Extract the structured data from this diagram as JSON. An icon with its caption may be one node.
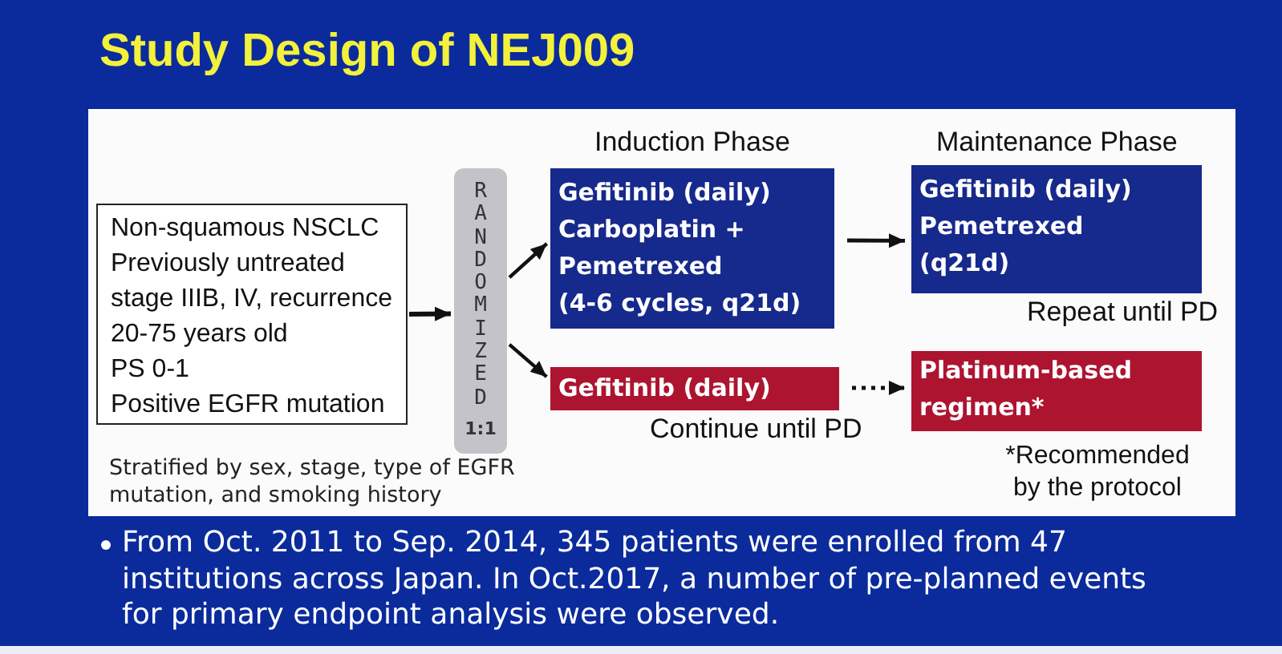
{
  "diagram": {
    "title": "Study Design of NEJ009",
    "nodes": [
      {
        "text": [
          "Non-squamous NSCLC",
          "Previously untreated",
          "stage IIIB, IV, recurrence",
          "20-75 years old",
          "PS 0-1",
          "Positive EGFR mutation"
        ]
      },
      {
        "text": [
          "RANDOMIZED",
          "1:1"
        ]
      },
      {
        "text": [
          "Gefitinib (daily)",
          "Carboplatin + Pemetrexed",
          "(4-6 cycles, q21d)"
        ]
      },
      {
        "text": [
          "Gefitinib (daily)",
          "Pemetrexed",
          "(q21d)"
        ],
        "beside": [
          "Repeat until PD"
        ]
      },
      {
        "text": [
          "Gefitinib (daily)"
        ],
        "beside": [
          "Continue until PD"
        ]
      },
      {
        "text": [
          "Platinum-based regimen*"
        ],
        "beside": [
          "*Recommended by the protocol"
        ]
      }
    ],
    "edges": [
      {
        "from": 0,
        "to": 1,
        "arrow": "to"
      },
      {
        "from": 1,
        "to": 2,
        "arrow": "to"
      },
      {
        "from": 1,
        "to": 4,
        "arrow": "to"
      },
      {
        "from": 2,
        "to": 3,
        "arrow": "to"
      },
      {
        "from": 4,
        "to": 5,
        "arrow": "to",
        "style": "dashed"
      }
    ],
    "labels": [
      "Induction Phase",
      "Maintenance Phase",
      "Stratified by sex, stage, type of EGFR mutation, and smoking history",
      "From Oct. 2011 to Sep. 2014, 345 patients were enrolled from 47 institutions across Japan. In Oct.2017, a number of pre-planned events for primary endpoint analysis were observed."
    ]
  }
}
